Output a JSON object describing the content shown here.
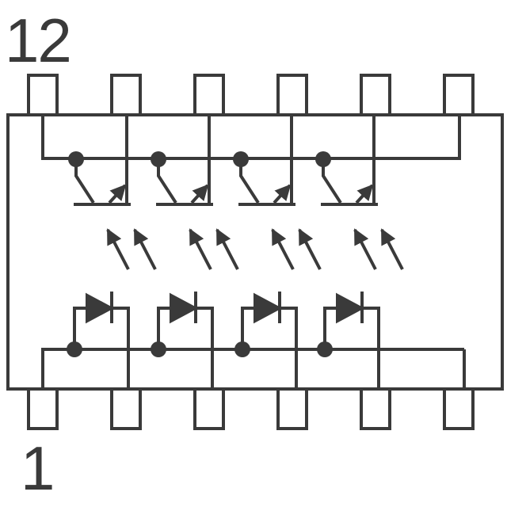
{
  "labels": {
    "top_pin": "12",
    "bottom_pin": "1"
  },
  "colors": {
    "stroke": "#3a3a3a",
    "background": "#ffffff"
  },
  "components": {
    "phototransistor_count": 4,
    "led_count": 4,
    "top_pins": 6,
    "bottom_pins": 6
  }
}
